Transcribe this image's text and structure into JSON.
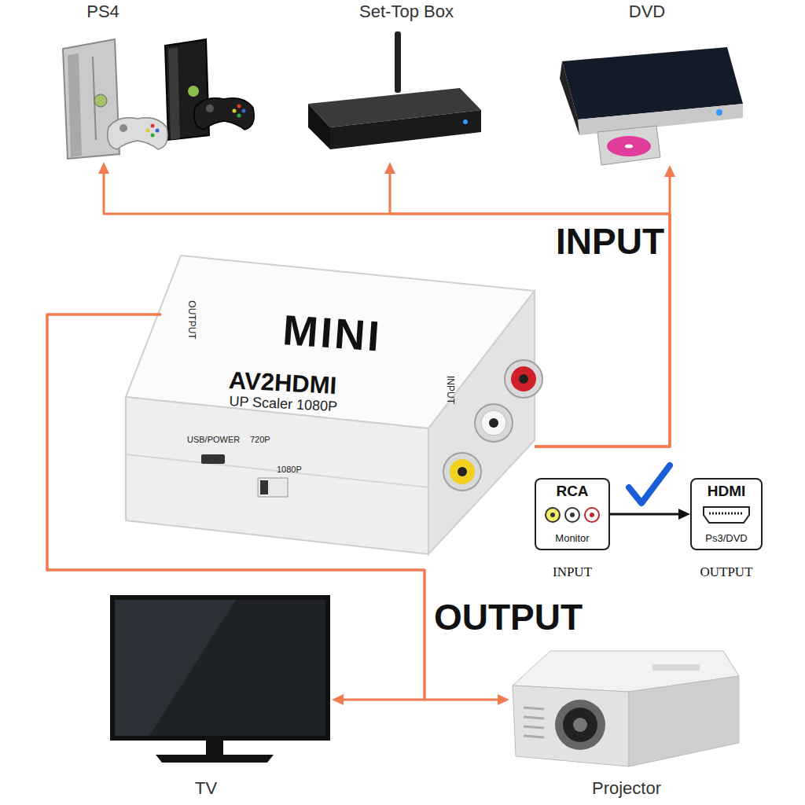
{
  "diagram": {
    "nodes": [
      {
        "text": [
          "PS4"
        ]
      },
      {
        "text": [
          "Set-Top Box"
        ]
      },
      {
        "text": [
          "DVD"
        ]
      },
      {
        "text": [
          "MINI",
          "AV2HDMI",
          "UP Scaler 1080P",
          "OUTPUT",
          "INPUT",
          "USB/POWER",
          "720P",
          "1080P"
        ]
      },
      {
        "text": [
          "RCA",
          "Monitor",
          "INPUT"
        ]
      },
      {
        "text": [
          "HDMI",
          "Ps3/DVD",
          "OUTPUT"
        ]
      },
      {
        "text": [
          "TV"
        ]
      },
      {
        "text": [
          "Projector"
        ]
      }
    ],
    "edges": [
      {
        "from": 3,
        "to": 0,
        "arrow": "to"
      },
      {
        "from": 3,
        "to": 1,
        "arrow": "to"
      },
      {
        "from": 3,
        "to": 2,
        "arrow": "to"
      },
      {
        "from": 3,
        "to": 6,
        "arrow": "to"
      },
      {
        "from": 3,
        "to": 7,
        "arrow": "to"
      },
      {
        "from": 4,
        "to": 5,
        "arrow": "to"
      }
    ],
    "labels": [
      "INPUT",
      "OUTPUT"
    ]
  }
}
